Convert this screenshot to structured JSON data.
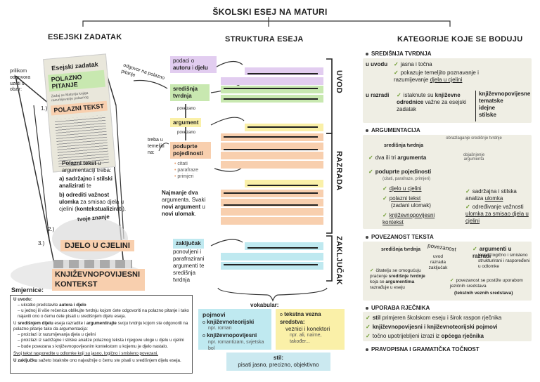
{
  "title": "ŠKOLSKI ESEJ NA MATURI",
  "headers": {
    "left": "ESEJSKI ZADATAK",
    "mid": "STRUKTURA ESEJA",
    "right": "KATEGORIJE KOJE SE BODUJU"
  },
  "left": {
    "note_answer": "prilikom odgovora uzeti u obzir:",
    "paper_title": "Esejski zadatak",
    "paper_green": "POLAZNO PITANJE",
    "paper_small": "Zadaj se Maturija knjiga razumijevanje polaznog",
    "paper_orange": "POLAZNI TEKST",
    "num1": "1.)",
    "num2": "2.)",
    "num3": "3.)",
    "polazni_1": "Polazni tekst",
    "polazni_2": " u argumentaciji treba:",
    "a_1": "a) sadržajno i stilski analizirati",
    "a_2": " te",
    "b_1": "b) odrediti važnost ulomka",
    "b_2": " za smisao djela u cjelini (",
    "b_3": "kontekstualizirati",
    "b_4": ").",
    "tvoje": "tvoje znanje",
    "djelo": "DJELO U CJELINI",
    "kv": "KNJIŽEVNOPOVIJESNI KONTEKST"
  },
  "guide": {
    "title": "Smjernice:",
    "uvod_h": "U uvodu:",
    "uvod_1a": "ukratko predstavite ",
    "uvod_1b": "autora i djelo",
    "uvod_2": "u jednoj ili više rečenica oblikujte tvrdnju kojom ćete odgovoriti na polazno pitanje i tako najaviti ono o čemu ćete pisati u središnjem dijelu eseja.",
    "sred_a": "U ",
    "sred_b": "središnjem dijelu",
    "sred_c": " eseja razradite i ",
    "sred_d": "argumentirajte",
    "sred_e": " svoju tvrdnju kojom ste odgovorili na polazno pitanje tako da argumentacija:",
    "s1": "proizlazi iz razumijevanja djela u cjelini",
    "s2": "proizlazi iz sadržajne i stilske analize polaznog teksta i njegove uloge u djelu u cjelini",
    "s3": "bude povezana s književnopovijesnim kontekstom u kojemu je djelo nastalo.",
    "svoj": "Svoj tekst rasporedite u odlomke koji su jasno, logično i smisleno povezani.",
    "zak_a": "U zaključku",
    "zak_b": " sažeto istaknite ono najvažnije o čemu ste pisali u središnjem dijelu eseja."
  },
  "mid": {
    "podaci": "podaci o",
    "autor": "autoru",
    "i": " i ",
    "djelu": "djelu",
    "odgovor": "odgovor na polazno pitanje",
    "sredisnja": "središnja tvrdnja",
    "povezano1": "povezano",
    "argument": "argument",
    "povezano2": "povezano",
    "poduprte": "poduprte pojedinosti",
    "citati": "citati",
    "parafraze": "parafraze",
    "primjeri": "primjeri",
    "temelji": "treba u temeljiti na:",
    "najm_1": "Najmanje dva",
    "najm_2": " argumenta. Svaki ",
    "najm_3": "novi argument",
    "najm_4": " u ",
    "najm_5": "novi ulomak",
    "najm_6": ".",
    "zakljucak": "zaključak",
    "zak_text": "ponovljeni i parafrazirani argumenti te središnja tvrdnja",
    "uvod": "UVOD",
    "razrada": "RAZRADA",
    "zakljucak_v": "ZAKLJUČAK",
    "vokabular": "vokabular:",
    "pojmovi": "pojmovi",
    "kt": "književnoteorijski",
    "kt_ex": "npr. roman",
    "kp": "književnopovijesni",
    "kp_ex": "npr. romantizam, svjetska bol",
    "tekstna": "tekstna vezna sredstva:",
    "veznici": "veznici i konektori",
    "vez_ex": "npr. ali, naime, također...",
    "stil": "stil:",
    "stil_text": "pisati jasno, precizno, objektivno"
  },
  "right": {
    "s1_h": "SREDIŠNJA TVRDNJA",
    "u_uvodu": "u uvodu",
    "jasna": "jasna i točna",
    "pokazuje_1": "pokazuje temeljito poznavanje i razumijevanje ",
    "pokazuje_2": "djela u cjelini",
    "u_razradi": "u razradi",
    "istaknute_1": "istaknute su ",
    "istaknute_2": "književne odrednice",
    "istaknute_3": " važne za esejski zadatak",
    "odrednice": [
      "književnopovijesne",
      "tematske",
      "idejne",
      "stilske"
    ],
    "s2_h": "ARGUMENTACIJA",
    "obrazlaganje": "obrazlaganje središnje tvrdnje",
    "st": "središnja tvrdnja",
    "dva_1": "dva ili tri ",
    "dva_2": "argumenta",
    "objasnjenje": "objašnjenje argumenta",
    "poduprte": "poduprte pojedinosti",
    "pod_sub": "(citati, parafraze, primjeri)",
    "djelo": "djelo u cjelini",
    "polazni": "polazni tekst",
    "zadani": "(zadani ulomak)",
    "kp": "književnopovijesni kontekst",
    "sadrzajna_1": "sadržajna i stilska analiza ",
    "sadrzajna_2": "ulomka",
    "odredivanje_1": "određivanje važnosti ",
    "odredivanje_2": "ulomka za smisao ",
    "odredivanje_3": "djela u cjelini",
    "s3_h": "POVEZANOST TEKSTA",
    "p_st": "središnja tvrdnja",
    "povezanost": "povezanost",
    "uvod_razrada": "uvod razrada zaključak",
    "arg_razradi": "argumenti u razradi",
    "arg_razradi_2": "jasno, logično i smisleno strukturirani i raspoređeni u odlomke",
    "citatelju_1": "čitatelju se omogućuju praćenje ",
    "citatelju_2": "središnje tvrdnje",
    "citatelju_3": " koja se ",
    "citatelju_4": "argumentima",
    "citatelju_5": " razrađuje u eseju",
    "povezanost2": "povezanost se postiže uporabom jezičnih sredstava",
    "tvs": "(tekstnih veznih sredstava)",
    "s4_h": "UPORABA RJEČNIKA",
    "u1_a": "stil",
    "u1_b": " primjeren školskom eseju i širok raspon rječnika",
    "u2": "književnopovijesni i književnoteorijski pojmovi",
    "u3_a": "točno upotrijebljeni izrazi iz ",
    "u3_b": "općega rječnika",
    "s5_h": "PRAVOPISNA I GRAMATIČKA TOČNOST"
  },
  "colors": {
    "purple": "#e2cdf0",
    "green": "#c8e8b0",
    "orange": "#f8cfae",
    "yellow": "#faf0a8",
    "cyan": "#bfe9f0",
    "panel": "#efeee4"
  }
}
